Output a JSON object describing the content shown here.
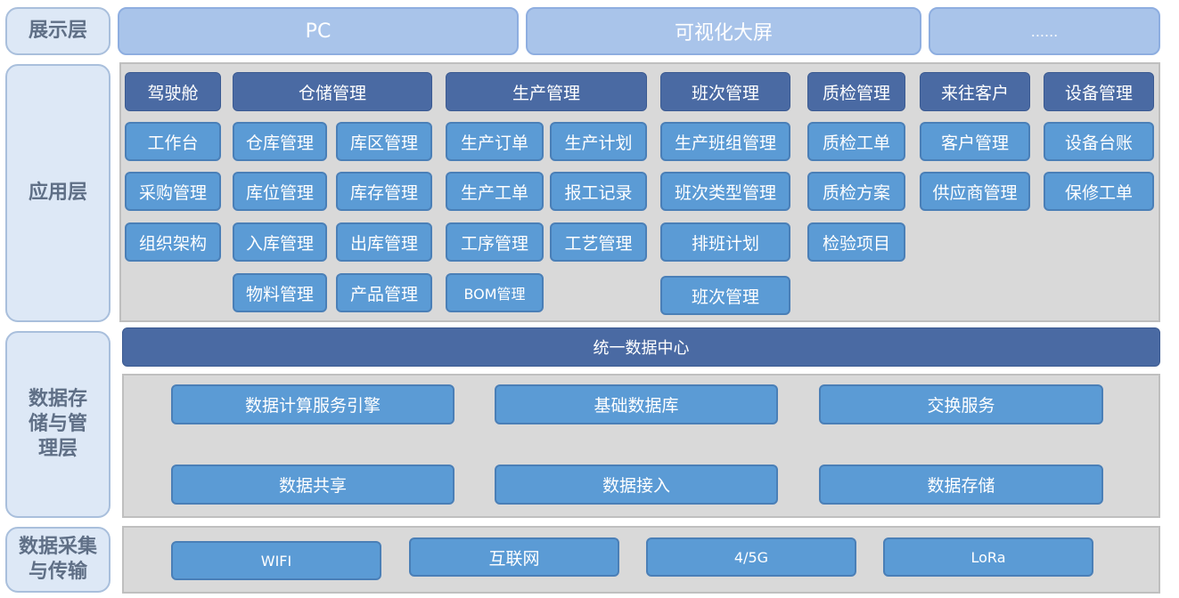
{
  "layers": {
    "presentation": "展示层",
    "application": "应用层",
    "storage": "数据存\n储与管\n理层",
    "collection": "数据采集\n与传输"
  },
  "presentation": {
    "items": [
      "PC",
      "可视化大屏",
      "......"
    ]
  },
  "application": {
    "headers": [
      "驾驶舱",
      "仓储管理",
      "生产管理",
      "班次管理",
      "质检管理",
      "来往客户",
      "设备管理"
    ],
    "cockpit": [
      "工作台",
      "采购管理",
      "组织架构"
    ],
    "warehouse": [
      "仓库管理",
      "库区管理",
      "库位管理",
      "库存管理",
      "入库管理",
      "出库管理",
      "物料管理",
      "产品管理"
    ],
    "production": [
      "生产订单",
      "生产计划",
      "生产工单",
      "报工记录",
      "工序管理",
      "工艺管理",
      "BOM管理"
    ],
    "shift": [
      "生产班组管理",
      "班次类型管理",
      "排班计划",
      "班次管理"
    ],
    "quality": [
      "质检工单",
      "质检方案",
      "检验项目"
    ],
    "customer": [
      "客户管理",
      "供应商管理"
    ],
    "equipment": [
      "设备台账",
      "保修工单"
    ]
  },
  "storage": {
    "center": "统一数据中心",
    "items": [
      "数据计算服务引擎",
      "基础数据库",
      "交换服务",
      "数据共享",
      "数据接入",
      "数据存储"
    ]
  },
  "collection": {
    "items": [
      "WIFI",
      "互联网",
      "4/5G",
      "LoRa"
    ]
  },
  "colors": {
    "dark_blue": "#4a6aa3",
    "item_blue": "#5b9bd5",
    "light_blue": "#a9c4ea",
    "panel_grey": "#d9d9d9",
    "label_bg": "#dde8f6"
  }
}
